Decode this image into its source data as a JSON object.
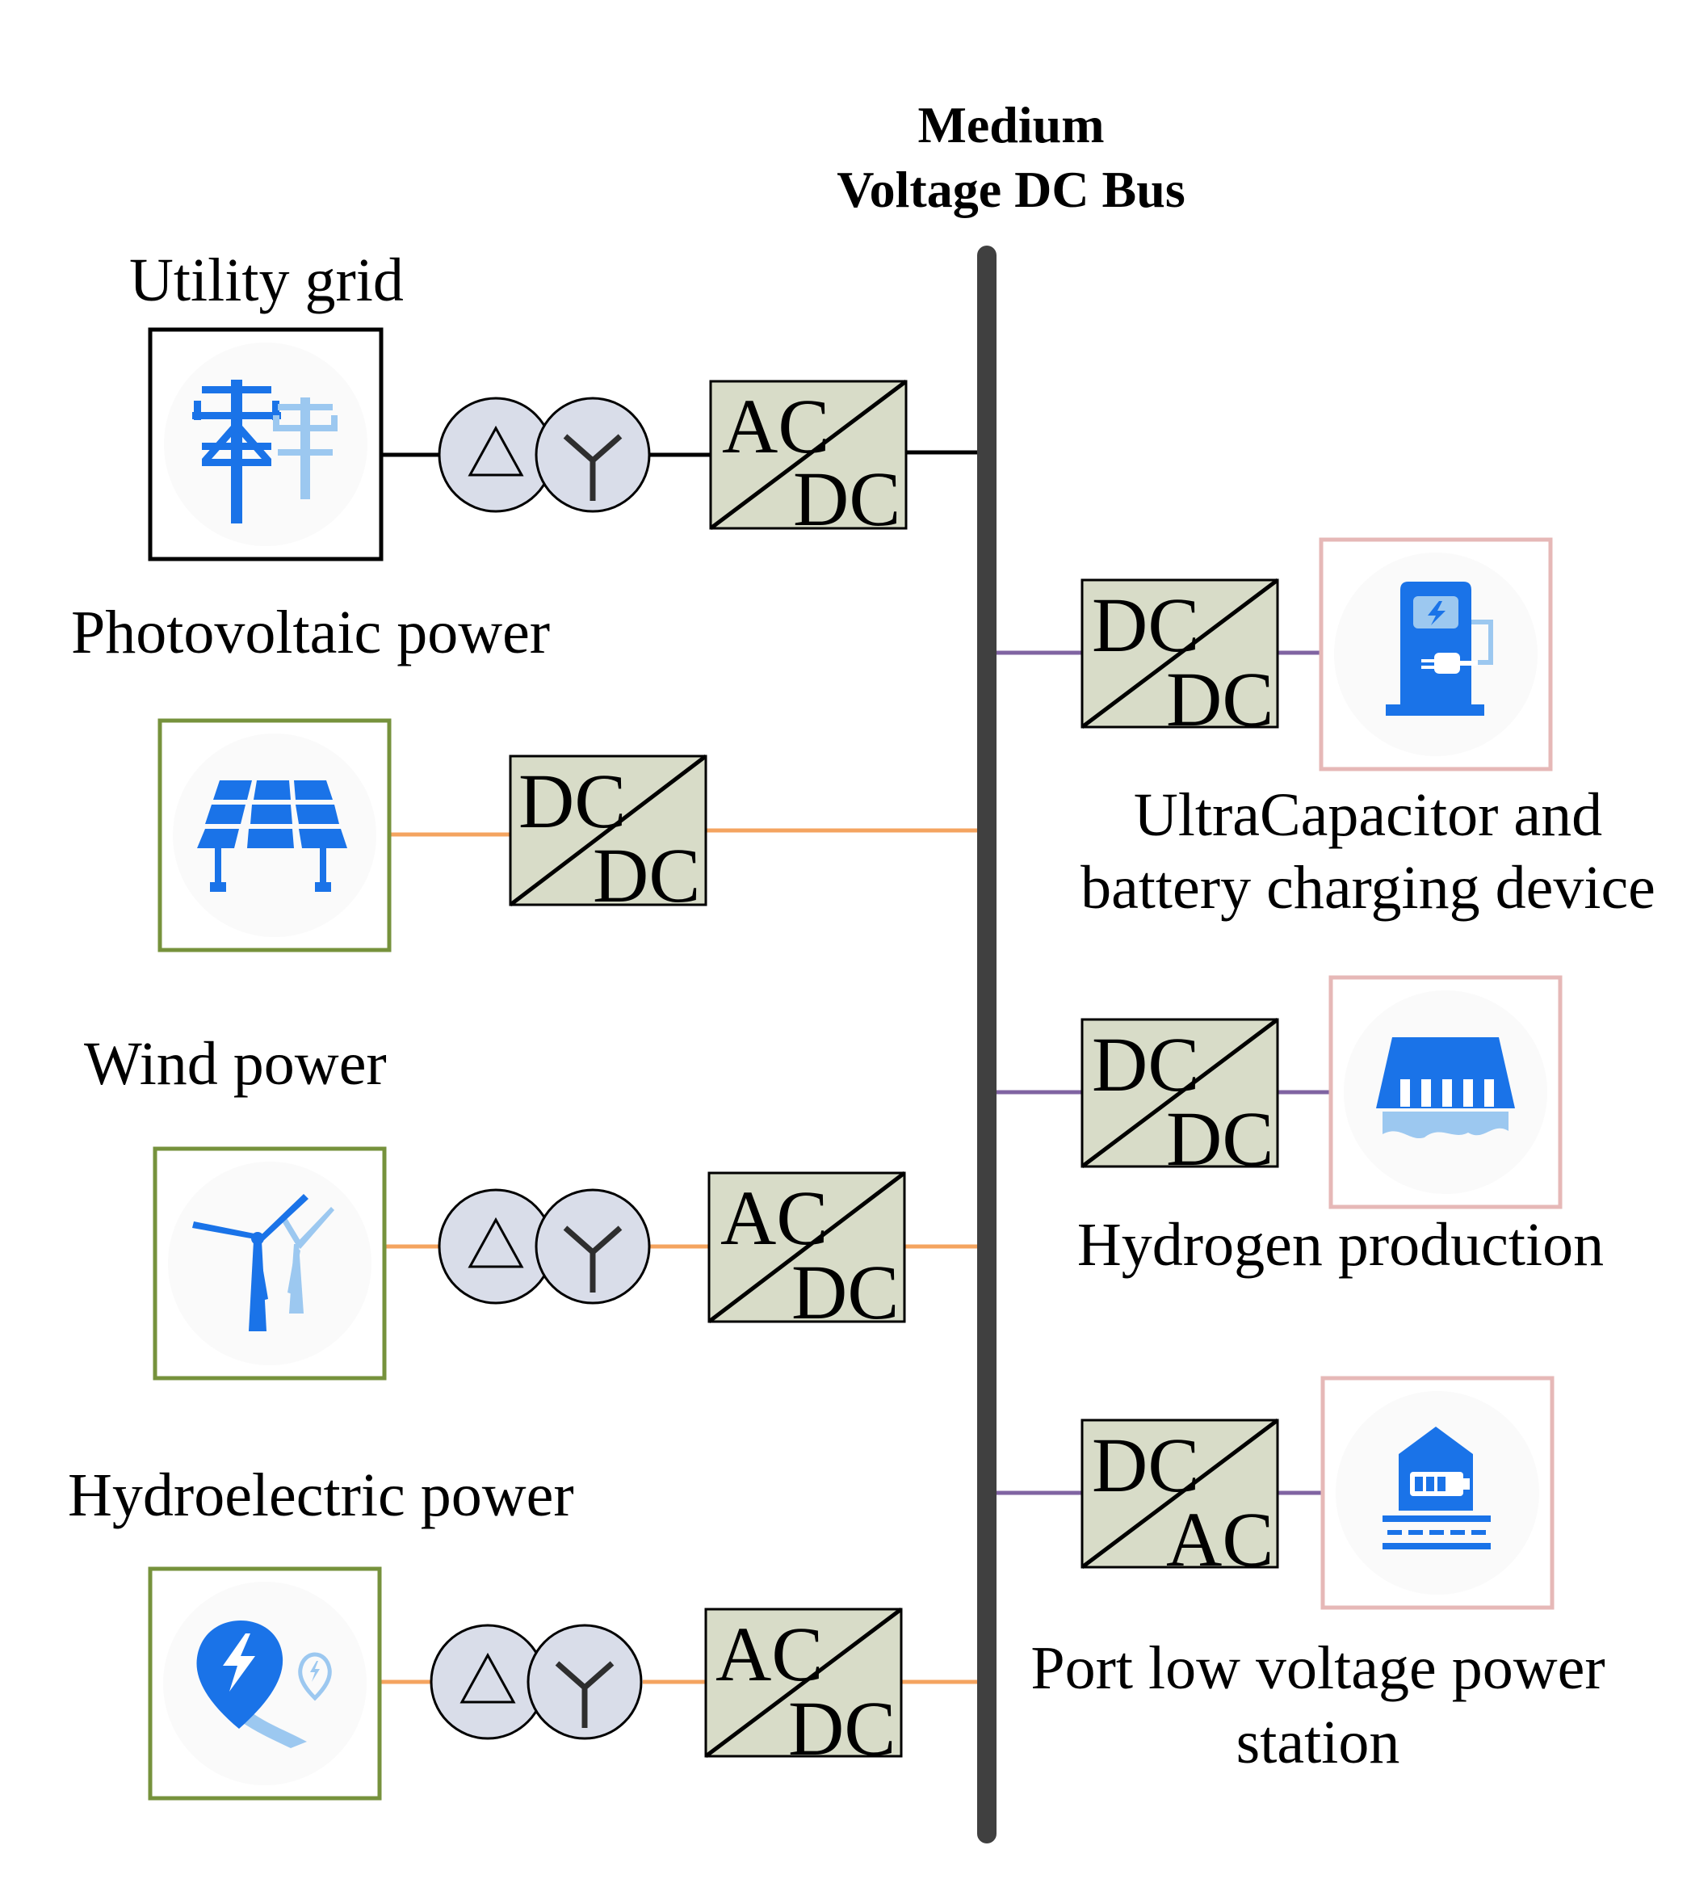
{
  "bus": {
    "line1": "Medium",
    "line2": "Voltage DC Bus"
  },
  "sources": {
    "utility": {
      "label": "Utility grid",
      "converter_top": "AC",
      "converter_bottom": "DC"
    },
    "pv": {
      "label": "Photovoltaic power",
      "converter_top": "DC",
      "converter_bottom": "DC"
    },
    "wind": {
      "label": "Wind power",
      "converter_top": "AC",
      "converter_bottom": "DC"
    },
    "hydro": {
      "label": "Hydroelectric power",
      "converter_top": "AC",
      "converter_bottom": "DC"
    }
  },
  "loads": {
    "ultracap": {
      "line1": "UltraCapacitor and",
      "line2": "battery charging device",
      "converter_top": "DC",
      "converter_bottom": "DC"
    },
    "hydrogen": {
      "label": "Hydrogen production",
      "converter_top": "DC",
      "converter_bottom": "DC"
    },
    "port": {
      "line1": "Port low voltage power",
      "line2": "station",
      "converter_top": "DC",
      "converter_bottom": "AC"
    }
  },
  "colors": {
    "bus": "#404040",
    "grid_line": "#000000",
    "source_line": "#f4a460",
    "load_line": "#8064a2",
    "source_frame": "#76923c",
    "load_frame": "#e6b8b7",
    "converter_fill": "#d8dcc8",
    "transformer_fill": "#d9dde9",
    "icon_blue": "#1a73e8",
    "icon_light": "#9cc8f0"
  }
}
